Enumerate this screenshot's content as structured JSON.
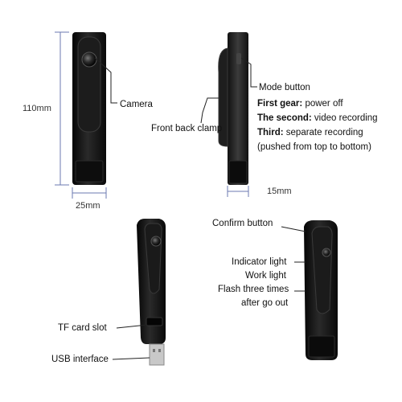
{
  "dimensions": {
    "height": "110mm",
    "width": "25mm",
    "depth": "15mm"
  },
  "labels": {
    "camera": "Camera",
    "front_back_clamp": "Front back clamp",
    "mode_button": "Mode button",
    "first_gear": {
      "title": "First gear:",
      "text": " power off"
    },
    "second": {
      "title": "The second:",
      "text": " video recording"
    },
    "third": {
      "title": "Third:",
      "text": " separate recording"
    },
    "third_note": "(pushed from top to bottom)",
    "confirm_button": "Confirm button",
    "indicator_light": "Indicator light",
    "work_light": "Work light",
    "flash_line1": "Flash three times",
    "flash_line2": "after go out",
    "tf_card_slot": "TF card slot",
    "usb_interface": "USB interface"
  },
  "colors": {
    "device_body": "#1a1a1a",
    "device_highlight": "#3a3a3a",
    "dimension_line": "#6b7ab0",
    "leader_line": "#222222",
    "usb_metal": "#c8c8c8"
  }
}
